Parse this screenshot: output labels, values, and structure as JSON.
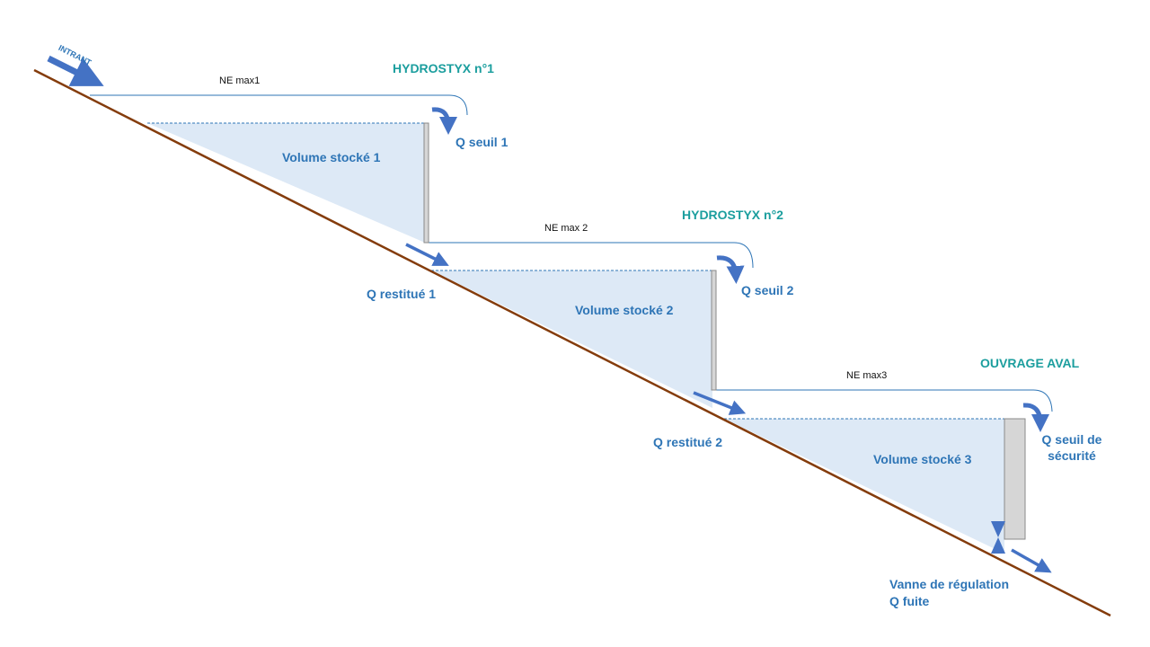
{
  "labels": {
    "intrant": "INTRANT",
    "ne_max1": "NE max1",
    "ne_max2": "NE max 2",
    "ne_max3": "NE max3",
    "hydrostyx1": "HYDROSTYX n°1",
    "hydrostyx2": "HYDROSTYX n°2",
    "ouvrage_aval": "OUVRAGE AVAL",
    "q_seuil1": "Q seuil 1",
    "q_seuil2": "Q seuil 2",
    "q_seuil_securite_line1": "Q seuil de",
    "q_seuil_securite_line2": "sécurité",
    "q_restitue1": "Q restitué 1",
    "q_restitue2": "Q restitué 2",
    "volume1": "Volume stocké 1",
    "volume2": "Volume stocké 2",
    "volume3": "Volume stocké 3",
    "vanne_line1": "Vanne de régulation",
    "vanne_line2": "Q fuite"
  },
  "colors": {
    "ground": "#843c0c",
    "water_fill": "#dde9f6",
    "water_line": "#2e75b6",
    "arrow": "#4472c4",
    "wall_fill": "#d6d6d6",
    "wall_stroke": "#8a8a8a",
    "teal_text": "#1b9e9e",
    "blue_text": "#2e75b6"
  },
  "icons": {
    "arrows": "arrow-icon",
    "valve": "valve-icon"
  }
}
